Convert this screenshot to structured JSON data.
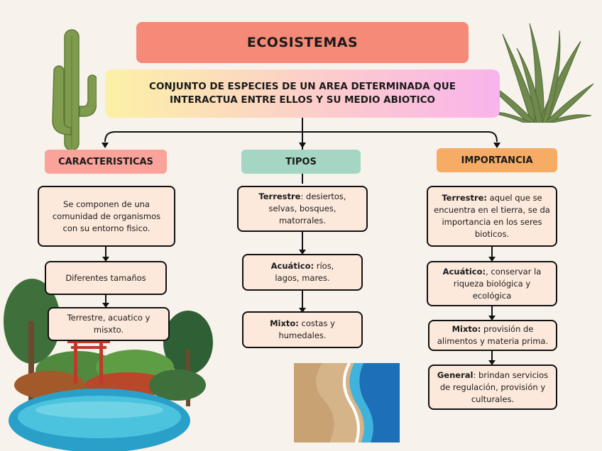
{
  "title": "ECOSISTEMAS",
  "subtitle": "CONJUNTO DE ESPECIES DE UN AREA DETERMINADA QUE INTERACTUA ENTRE ELLOS Y SU MEDIO ABIOTICO",
  "columns": [
    {
      "heading": "CARACTERISTICAS",
      "color": "#f9a39b",
      "items": [
        {
          "label": "",
          "text": "Se componen de una comunidad de organismos con su entorno fisico."
        },
        {
          "label": "",
          "text": "Diferentes tamaños"
        },
        {
          "label": "",
          "text": "Terrestre, acuatico y misxto."
        }
      ]
    },
    {
      "heading": "TIPOS",
      "color": "#a5d6c3",
      "items": [
        {
          "label": "Terrestre",
          "text": ": desiertos, selvas, bosques, matorrales."
        },
        {
          "label": "Acuático:",
          "text": " ríos, lagos, mares."
        },
        {
          "label": "Mixto:",
          "text": " costas y humedales."
        }
      ]
    },
    {
      "heading": "IMPORTANCIA",
      "color": "#f6ac65",
      "items": [
        {
          "label": "Terrestre:",
          "text": " aquel que se encuentra en el tierra, se da importancia en los seres bioticos."
        },
        {
          "label": "Acuático:",
          "text": ", conservar la riqueza biológica y ecológica"
        },
        {
          "label": "Mixto:",
          "text": " provisión de alimentos y materia prima."
        },
        {
          "label": "General",
          "text": ": brindan servicios de regulación, provisión y culturales."
        }
      ]
    }
  ],
  "illustrations": [
    "cactus-icon",
    "agave-plant-icon",
    "lake-forest-torii-icon",
    "beach-shore-icon"
  ],
  "colors": {
    "title_bg": "#f58a78",
    "box_bg": "#fde9dc",
    "background": "#f7f3ec"
  }
}
